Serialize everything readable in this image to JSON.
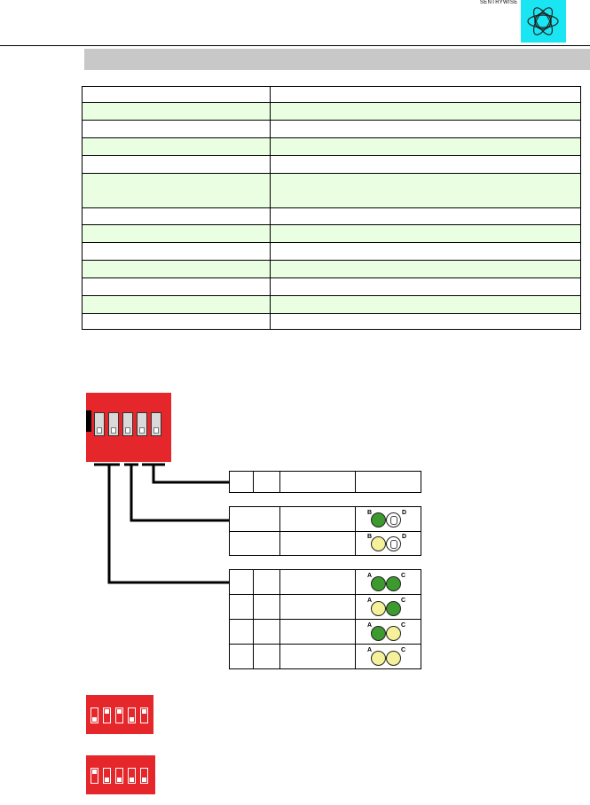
{
  "header": {
    "brand_text": "SENTRYWISE",
    "logo_icon": "atom-icon",
    "logo_color": "#19e6f2"
  },
  "section_band_color": "#c8c8c8",
  "spec_table": {
    "row_colors": [
      "#ffffff",
      "#eaffe2"
    ],
    "row_count": 13
  },
  "dip_switch_color": "#e5262a",
  "led_legend": {
    "pair_labels": {
      "left_top": "B",
      "right_top": "D"
    },
    "quad_labels": {
      "left_top": "A",
      "right_top": "C"
    },
    "colors": {
      "green": "#3c9a2e",
      "yellow": "#f5f09a"
    }
  }
}
